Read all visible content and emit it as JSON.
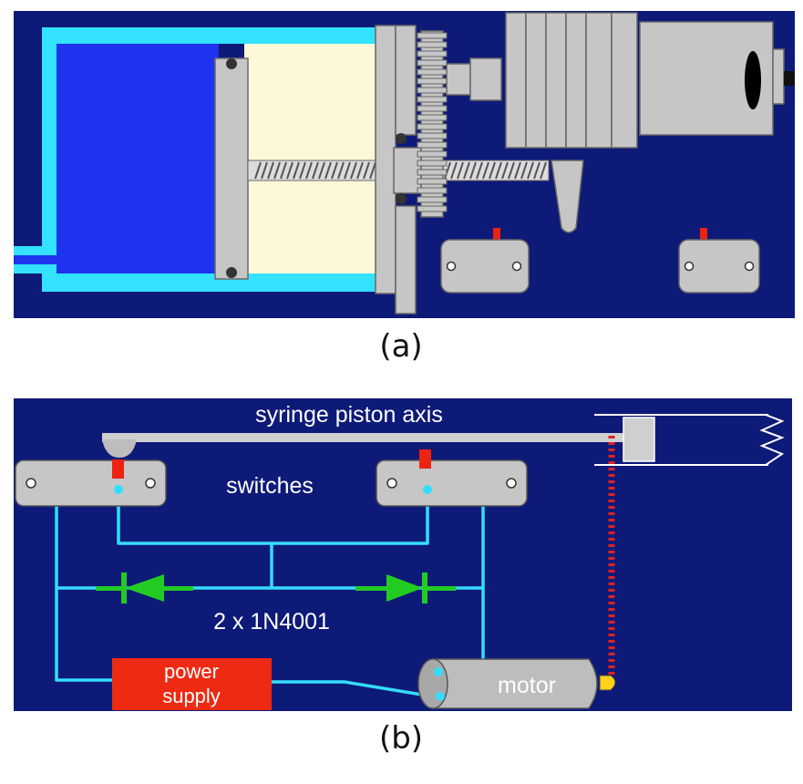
{
  "panel_a": {
    "caption": "(a)"
  },
  "panel_b": {
    "caption": "(b)",
    "labels": {
      "axis": "syringe piston axis",
      "switches": "switches",
      "diodes": "2 x 1N4001",
      "power_line1": "power",
      "power_line2": "supply",
      "motor": "motor"
    }
  },
  "colors": {
    "background": "#0e1a78",
    "barrel_blue": "#1f33ee",
    "cyan": "#33e2ff",
    "cream": "#fdf8d8",
    "gray": "#c6c6c6",
    "diode_green": "#22cc22",
    "wire_cyan": "#33ddff",
    "switch_red": "#ee2211",
    "power_red": "#ee2a12",
    "dotted_red": "#dd2222",
    "yellow": "#ffd21a"
  }
}
